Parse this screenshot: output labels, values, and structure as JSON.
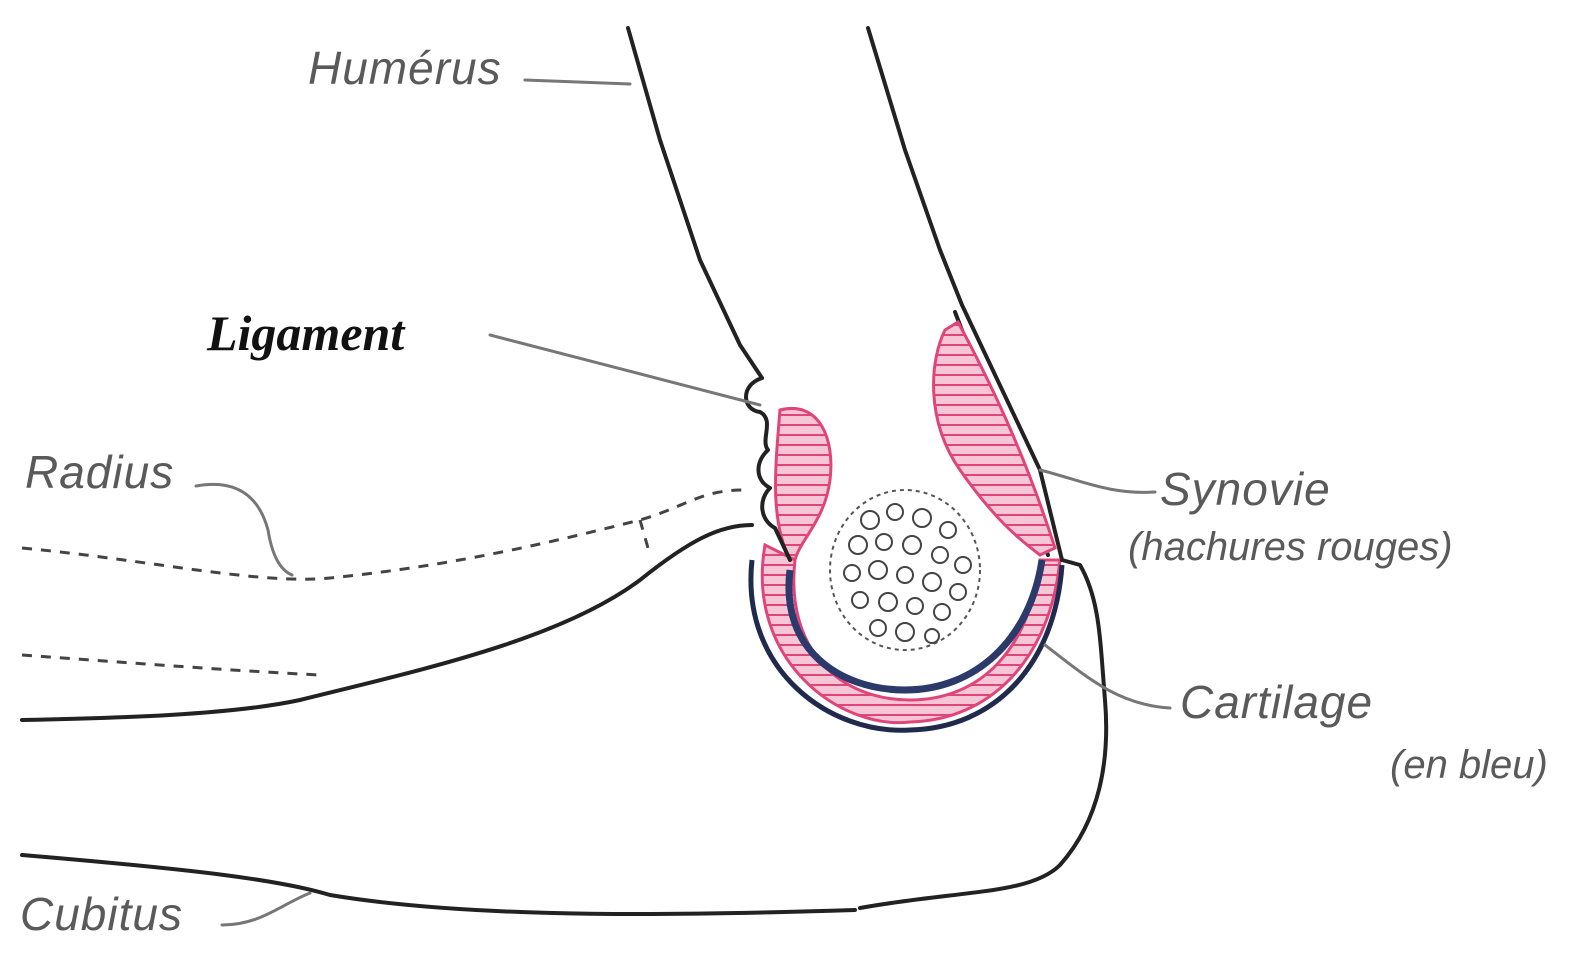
{
  "diagram": {
    "labels": {
      "humerus": "Humérus",
      "ligament": "Ligament",
      "radius": "Radius",
      "synovie": "Synovie",
      "synovie_note": "(hachures rouges)",
      "cartilage": "Cartilage",
      "cartilage_note": "(en bleu)",
      "cubitus": "Cubitus"
    },
    "colors": {
      "synovie": "#e0457a",
      "synovie_hatch": "#f2a6bf",
      "cartilage": "#2b3a6b",
      "bone_outline": "#222222",
      "label_text": "#5a5a5a"
    }
  }
}
